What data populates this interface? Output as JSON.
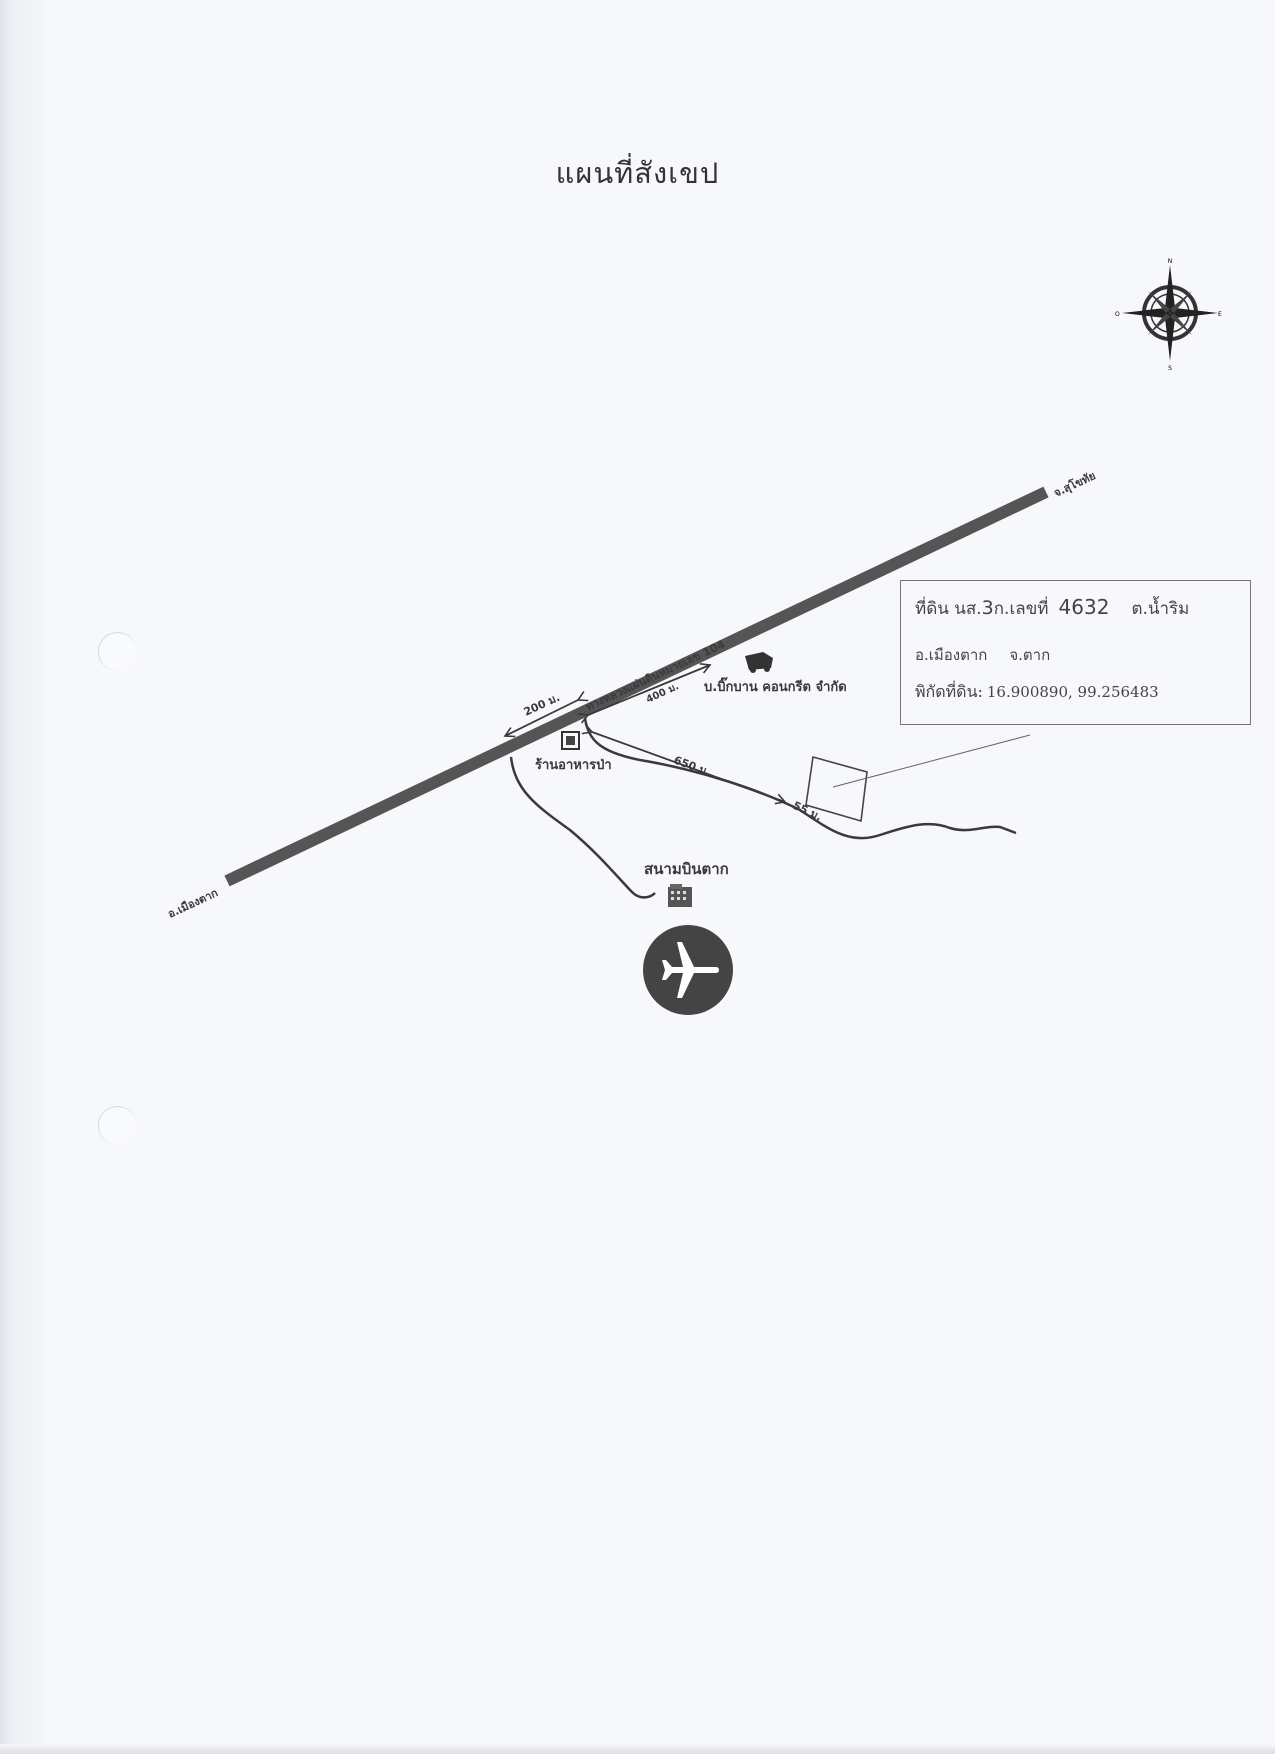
{
  "title": "แผนที่สังเขป",
  "compass": {
    "north": "N",
    "south": "S",
    "east": "E",
    "west": "O"
  },
  "road": {
    "name": "ทางหลวงแผ่นดินหมายเลข 104",
    "end_northeast": "จ.สุโขทัย",
    "end_southwest": "อ.เมืองตาก"
  },
  "distances": {
    "d200": "200 ม.",
    "d400": "400 ม.",
    "d650": "650 ม.",
    "d55": "55 ม."
  },
  "landmarks": {
    "company": "บ.บิ๊กบาน คอนกรีต จำกัด",
    "restaurant": "ร้านอาหารป่า",
    "airport": "สนามบินตาก"
  },
  "parcel": {
    "line1_prefix": "ที่ดิน นส.",
    "line1_type_num": "3",
    "line1_type_suffix": "ก.เลขที่",
    "deed_number": "4632",
    "subdistrict": "ต.น้ำริม",
    "district": "อ.เมืองตาก",
    "province": "จ.ตาก",
    "coord_label": "พิกัดที่ดิน:",
    "coordinates": "16.900890, 99.256483"
  },
  "colors": {
    "road": "#555555",
    "ink": "#3a3a3a",
    "paper": "#f7f8fc"
  }
}
